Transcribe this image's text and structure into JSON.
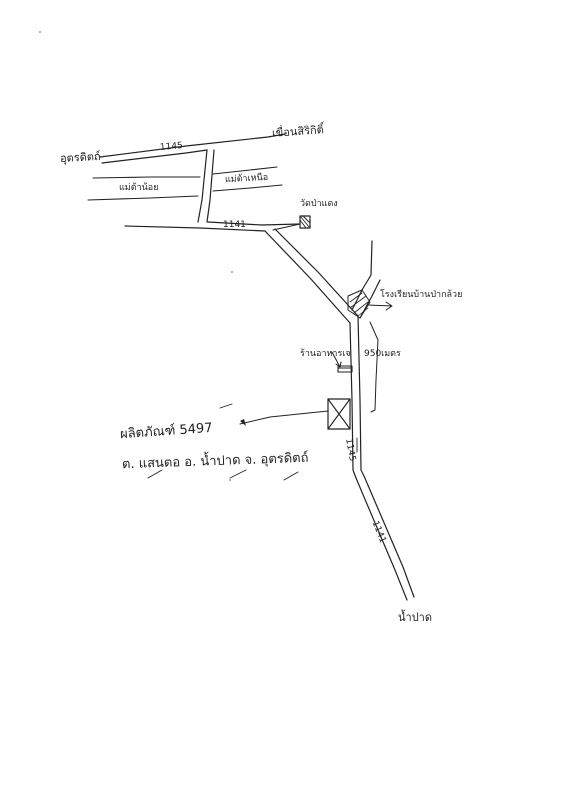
{
  "map": {
    "labels": {
      "uttaradit": "อุตรดิตถ์",
      "sirikit_dam": "เขื่อนสิริกิติ์",
      "route_1045_top": "1145",
      "route_1045_junction": "1141",
      "mae_tan_noi": "แม่ต้าน้อย",
      "mae_tan_nua": "แม่ต้าเหนือ",
      "water_supply": "วัดป่าแดง",
      "hospital": "โรงเรียนบ้านป่ากล้วย",
      "wat": "ร้านอาหารเจ",
      "distance": "950เมตร",
      "route_1045_lower": "1145",
      "route_1045_bottom": "1141",
      "nam_pat": "น้ำปาด",
      "deed_title": "ผลิตภัณฑ์ 5497",
      "address": "ต. แสนตอ อ. น้ำปาด จ. อุตรดิตถ์"
    }
  }
}
